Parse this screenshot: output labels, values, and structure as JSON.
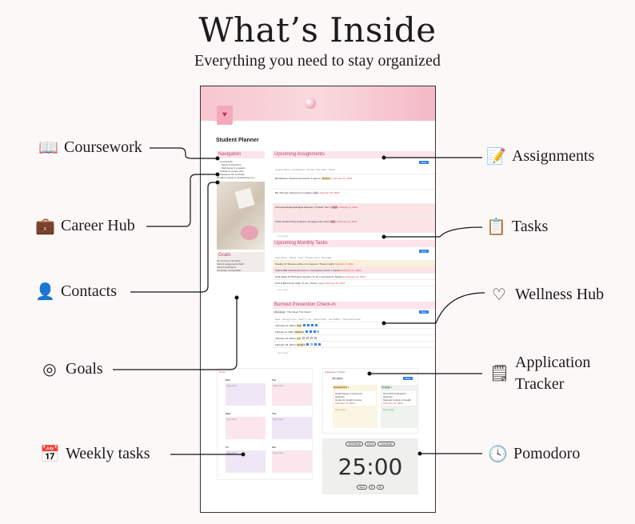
{
  "header": {
    "title": "What’s Inside",
    "subtitle": "Everything you need to stay organized"
  },
  "callouts": {
    "left": [
      {
        "label": "Coursework",
        "icon": "book-icon"
      },
      {
        "label": "Career Hub",
        "icon": "briefcase-icon"
      },
      {
        "label": "Contacts",
        "icon": "contacts-icon"
      },
      {
        "label": "Goals",
        "icon": "target-icon"
      },
      {
        "label": "Weekly tasks",
        "icon": "calendar-icon"
      }
    ],
    "right": [
      {
        "label": "Assignments",
        "icon": "notepad-icon"
      },
      {
        "label": "Tasks",
        "icon": "clipboard-icon"
      },
      {
        "label": "Wellness Hub",
        "icon": "hands-heart-icon"
      },
      {
        "label": "Application Tracker",
        "icon": "application-icon"
      },
      {
        "label": "Pomodoro",
        "icon": "clock-icon"
      }
    ]
  },
  "planner": {
    "title": "Student Planner",
    "navigation": {
      "heading": "Navigation",
      "items": [
        "Coursework",
        "Meals & Research",
        "Well-being & Logistics",
        "Academic Career Hub",
        "Academic NF Contacts",
        "All Album Setup & Outstanding Col..."
      ]
    },
    "goals": {
      "heading": "Goals",
      "items": [
        "On summer internship",
        "Submit assignment ASAP",
        "Attend conference",
        "On library membership"
      ]
    },
    "assignments": {
      "heading": "Upcoming Assignments",
      "new": "New",
      "columns": [
        "Course Name",
        "Assignment",
        "Priority",
        "Due Date",
        "Notes"
      ],
      "rows": [
        [
          "Biostatistics",
          "Read & summarize 3 papers",
          "Medium",
          "February 14, 2024"
        ],
        [
          "Bio Theories",
          "Respond to reading",
          "Low",
          "February 20, 2024"
        ],
        [
          "Advanced Epidemiological Methods",
          "Problem Set 4",
          "High",
          "February 6, 2024"
        ],
        [
          "Public Health Policy Analysis",
          "20 page policy brief",
          "High",
          "February 11, 2024"
        ]
      ],
      "new_page": "New page"
    },
    "tasks": {
      "heading": "Upcoming Monthly Tasks",
      "new": "New",
      "columns": [
        "Task Name",
        "Status",
        "Type",
        "Priority Level",
        "Due Date"
      ],
      "rows": [
        [
          "Finalize Ch Review outline",
          "In progress",
          "Thesis",
          "High",
          "February 6, 2024"
        ],
        [
          "Submit IRB Amendment Forms",
          "Completed",
          "Admin",
          "Critical",
          "February 11, 2024"
        ],
        [
          "Draft slides for RSA Exec Review",
          "To do",
          "Coursework",
          "Medium",
          "February 16, 2024"
        ],
        [
          "Print & Bind thesis draft",
          "To do",
          "Thesis",
          "Low",
          "February 20, 2024"
        ]
      ],
      "new_page": "New page"
    },
    "wellness": {
      "heading": "Burnout Prevention Check-in",
      "tabs": [
        "All entries",
        "This Week",
        "This Month"
      ],
      "new": "New",
      "columns": [
        "Date",
        "Energy Level",
        "Slept 7+ hrs",
        "Moved body",
        "Ate healthy",
        "Took brain break"
      ],
      "rows": [
        {
          "date": "February 14, 2024",
          "energy": "High",
          "checks": [
            true,
            true,
            true,
            true
          ]
        },
        {
          "date": "February 6, 2024",
          "energy": "Medium",
          "checks": [
            true,
            true,
            true,
            false
          ]
        },
        {
          "date": "February 10, 2024",
          "energy": "Low",
          "checks": [
            false,
            false,
            false,
            false
          ]
        },
        {
          "date": "February 20, 2024",
          "energy": "Medium",
          "checks": [
            true,
            false,
            true,
            true
          ]
        }
      ],
      "new_page": "New page"
    },
    "todo": {
      "heading": "To-do",
      "days": [
        "Mon",
        "Tue",
        "Wed",
        "Thu",
        "Fri",
        "Sat"
      ],
      "placeholder": "Type here"
    },
    "tracker": {
      "heading": "Application Tracker",
      "view": "By status",
      "new": "New",
      "columns": [
        {
          "status": "Researching",
          "count": "1",
          "card": [
            "Health Equity Conference",
            "applicant",
            "Center for Health Justice",
            "February 10, 2024"
          ]
        },
        {
          "status": "To apply",
          "count": "1",
          "card": [
            "NCH PDS Fellowship",
            "applicant",
            "National Institute of Health",
            "February 24, 2024"
          ]
        }
      ],
      "new_page": "New page"
    },
    "pomodoro": {
      "modes": [
        "Short Break",
        "Focus",
        "Long Break"
      ],
      "time": "25:00",
      "start": "Start"
    }
  }
}
